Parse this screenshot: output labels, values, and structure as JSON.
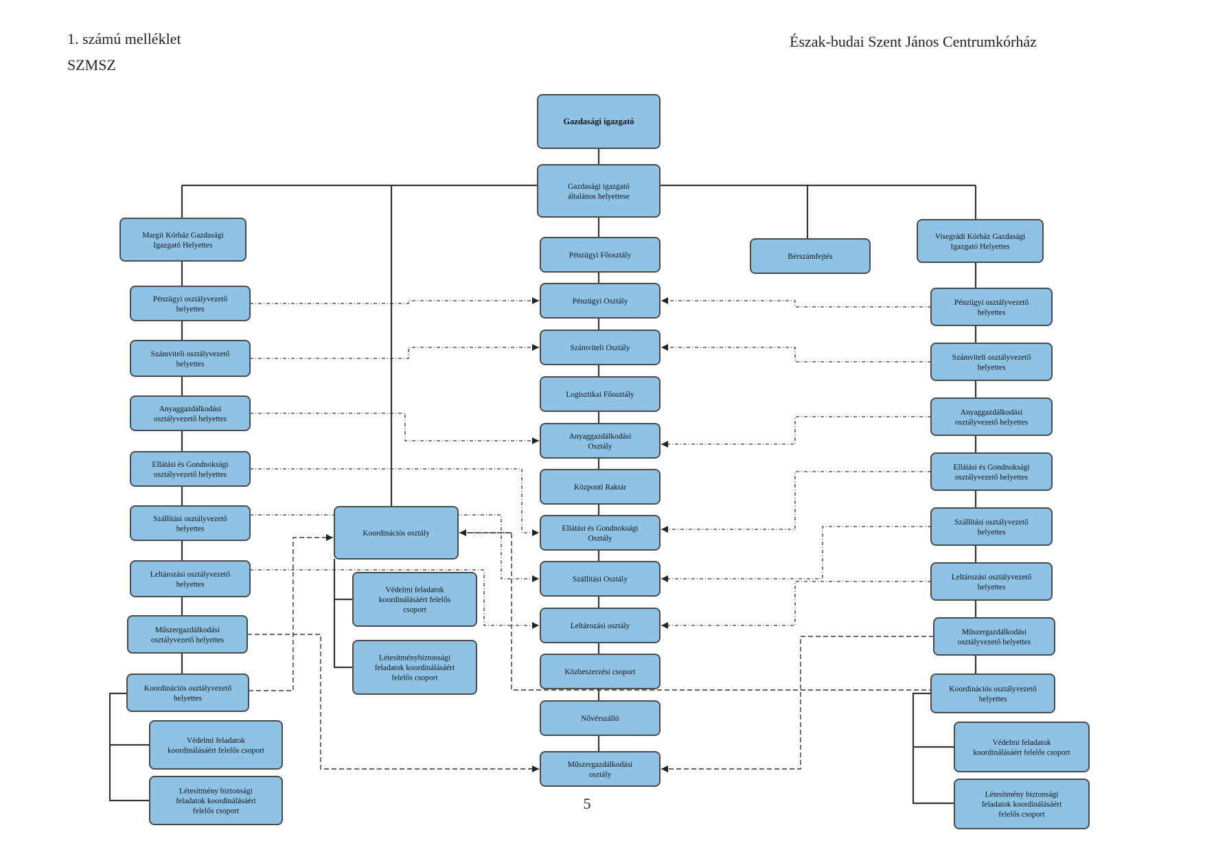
{
  "header": {
    "annex": "1. számú melléklet",
    "doc": "SZMSZ",
    "institution": "Észak-budai Szent János Centrumkórház"
  },
  "page_number": "5",
  "nodes": {
    "gi": [
      "Gazdasági igazgató"
    ],
    "gih": [
      "Gazdasági igazgató",
      "általános helyettese"
    ],
    "mk": [
      "Margit Kórház Gazdasági",
      "Igazgató Helyettes"
    ],
    "vk": [
      "Visegrádi Kórház Gazdasági",
      "Igazgató Helyettes"
    ],
    "bsz": [
      "Bérszámfejtés"
    ],
    "pfo": [
      "Pénzügyi Főosztály"
    ],
    "po": [
      "Pénzügyi Osztály"
    ],
    "szo": [
      "Számviteli Osztály"
    ],
    "lfo": [
      "Logisztikai Főosztály"
    ],
    "ao": [
      "Anyaggazdálkodási",
      "Osztály"
    ],
    "kr": [
      "Központi Raktár"
    ],
    "ego": [
      "Ellátási és Gondnoksági",
      "Osztály"
    ],
    "sziao": [
      "Szállítási Osztály"
    ],
    "lto": [
      "Leltározási osztály"
    ],
    "kbcs": [
      "Közbeszerzési csoport"
    ],
    "nsz": [
      "Nővérszálló"
    ],
    "mgo": [
      "Műszergazdálkodási",
      "osztály"
    ],
    "ko": [
      "Koordinációs osztály"
    ],
    "vfk": [
      "Védelmi feladatok",
      "koordinálásáért felelős",
      "csoport"
    ],
    "lbk": [
      "Létesítménybiztonsági",
      "feladatok koordinálásáért",
      "felelős csoport"
    ],
    "m1": [
      "Pénzügyi osztályvezető",
      "helyettes"
    ],
    "m2": [
      "Számviteli osztályvezető",
      "helyettes"
    ],
    "m3": [
      "Anyaggazdálkodási",
      "osztályvezető helyettes"
    ],
    "m4": [
      "Ellátási és Gondnoksági",
      "osztályvezető helyettes"
    ],
    "m5": [
      "Szállítási osztályvezető",
      "helyettes"
    ],
    "m6": [
      "Leltározási osztályvezető",
      "helyettes"
    ],
    "m7": [
      "Műszergazdálkodási",
      "osztályvezető helyettes"
    ],
    "m8": [
      "Koordinációs osztályvezető",
      "helyettes"
    ],
    "m9": [
      "Védelmi feladatok",
      "koordinálásáért felelős csoport"
    ],
    "m10": [
      "Létesítmény biztonsági",
      "feladatok koordinálásáért",
      "felelős csoport"
    ],
    "v1": [
      "Pénzügyi osztályvezető",
      "helyettes"
    ],
    "v2": [
      "Számviteli osztályvezető",
      "helyettes"
    ],
    "v3": [
      "Anyaggazdálkodási",
      "osztályvezető helyettes"
    ],
    "v4": [
      "Ellátási és Gondnoksági",
      "osztályvezető helyettes"
    ],
    "v5": [
      "Szállítási osztályvezető",
      "helyettes"
    ],
    "v6": [
      "Leltározási osztályvezető",
      "helyettes"
    ],
    "v7": [
      "Műszergazdálkodási",
      "osztályvezető helyettes"
    ],
    "v8": [
      "Koordinációs osztályvezető",
      "helyettes"
    ],
    "v9": [
      "Védelmi feladatok",
      "koordinálásáért felelős csoport"
    ],
    "v10": [
      "Létesítmény biztonsági",
      "feladatok koordinálásáért",
      "felelős csoport"
    ]
  }
}
